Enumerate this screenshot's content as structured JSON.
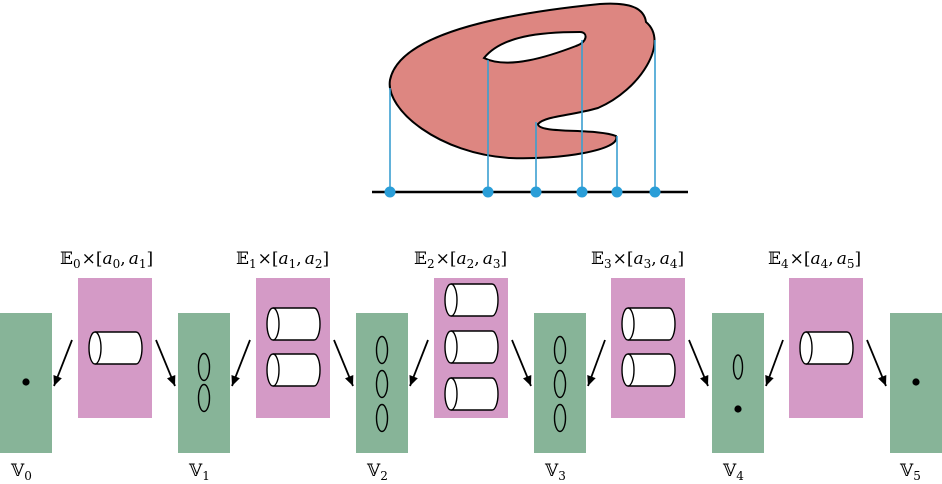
{
  "figure": {
    "colors": {
      "surface_fill": "#dd8681",
      "edge_box_fill": "#d49ac6",
      "vertex_box_fill": "#87b498",
      "projection_line": "#3a9fd0",
      "projection_point": "#2a9ed8",
      "stroke": "#000000"
    },
    "critical_point_count": 6,
    "edge_labels": [
      {
        "E": "𝔼",
        "i": "0",
        "times": "×",
        "open": "[",
        "a_left": "a",
        "li": "0",
        "comma": ",",
        "a_right": "a",
        "ri": "1",
        "close": "]"
      },
      {
        "E": "𝔼",
        "i": "1",
        "times": "×",
        "open": "[",
        "a_left": "a",
        "li": "1",
        "comma": ",",
        "a_right": "a",
        "ri": "2",
        "close": "]"
      },
      {
        "E": "𝔼",
        "i": "2",
        "times": "×",
        "open": "[",
        "a_left": "a",
        "li": "2",
        "comma": ",",
        "a_right": "a",
        "ri": "3",
        "close": "]"
      },
      {
        "E": "𝔼",
        "i": "3",
        "times": "×",
        "open": "[",
        "a_left": "a",
        "li": "3",
        "comma": ",",
        "a_right": "a",
        "ri": "4",
        "close": "]"
      },
      {
        "E": "𝔼",
        "i": "4",
        "times": "×",
        "open": "[",
        "a_left": "a",
        "li": "4",
        "comma": ",",
        "a_right": "a",
        "ri": "5",
        "close": "]"
      }
    ],
    "vertex_labels": [
      {
        "V": "𝕍",
        "i": "0"
      },
      {
        "V": "𝕍",
        "i": "1"
      },
      {
        "V": "𝕍",
        "i": "2"
      },
      {
        "V": "𝕍",
        "i": "3"
      },
      {
        "V": "𝕍",
        "i": "4"
      },
      {
        "V": "𝕍",
        "i": "5"
      }
    ],
    "edge_cylinder_counts": [
      1,
      2,
      3,
      2,
      1
    ],
    "vertex_contents": [
      {
        "points": 1,
        "circles": 0
      },
      {
        "points": 0,
        "circles": 2
      },
      {
        "points": 0,
        "circles": 3
      },
      {
        "points": 0,
        "circles": 3
      },
      {
        "points": 1,
        "circles": 1
      },
      {
        "points": 1,
        "circles": 0
      }
    ]
  }
}
